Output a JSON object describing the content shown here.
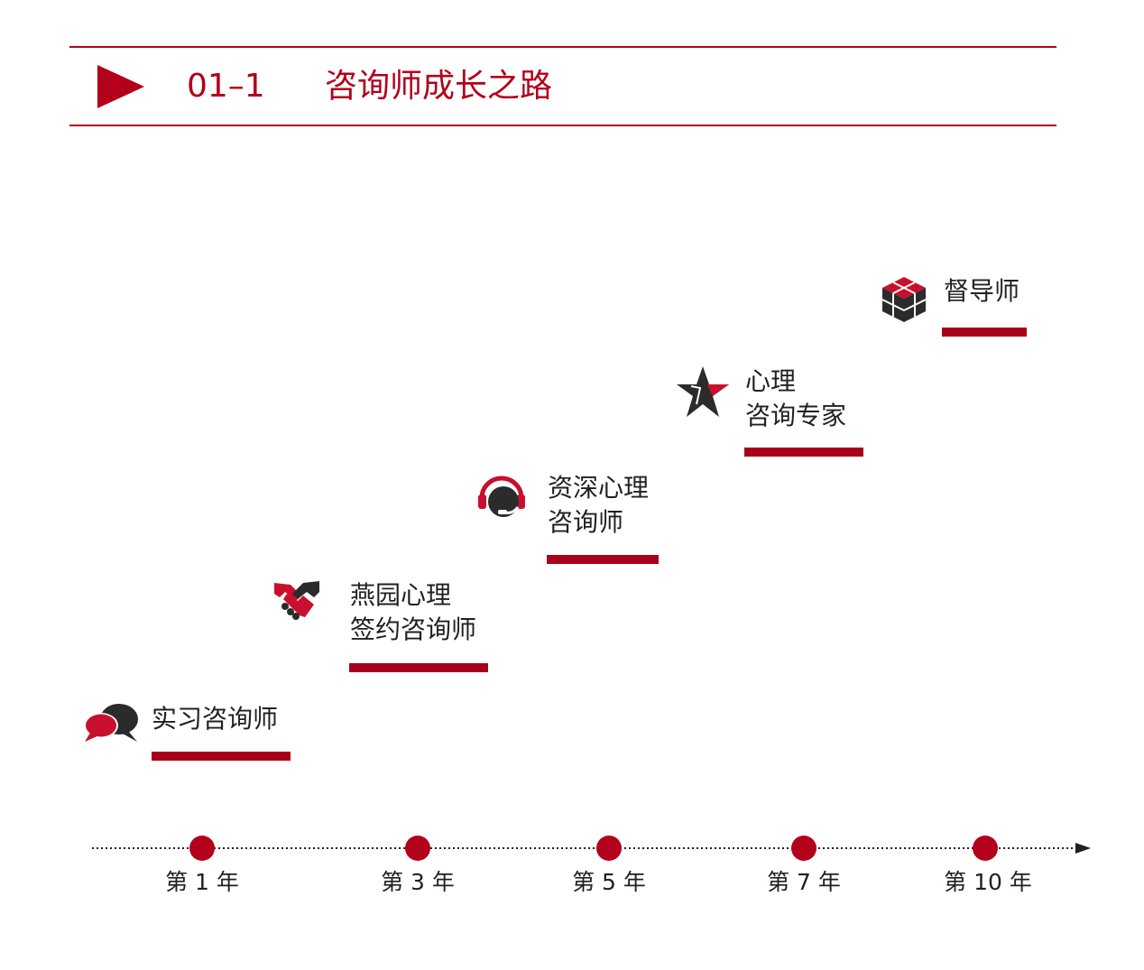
{
  "header": {
    "section_number": "01–1",
    "title": "咨询师成长之路"
  },
  "colors": {
    "accent": "#b3001b",
    "bar": "#a8001a",
    "dark": "#2b2b2b",
    "icon_red": "#c8102e"
  },
  "stages": [
    {
      "icon": "speech-bubbles-icon",
      "lines": [
        "实习咨询师"
      ]
    },
    {
      "icon": "handshake-icon",
      "lines": [
        "燕园心理",
        "签约咨询师"
      ]
    },
    {
      "icon": "headset-icon",
      "lines": [
        "资深心理",
        "咨询师"
      ]
    },
    {
      "icon": "star-icon",
      "lines": [
        "心理",
        "咨询专家"
      ]
    },
    {
      "icon": "cube-icon",
      "lines": [
        "督导师"
      ]
    }
  ],
  "timeline": {
    "years": [
      "第 1 年",
      "第 3 年",
      "第 5 年",
      "第 7 年",
      "第 10 年"
    ]
  }
}
